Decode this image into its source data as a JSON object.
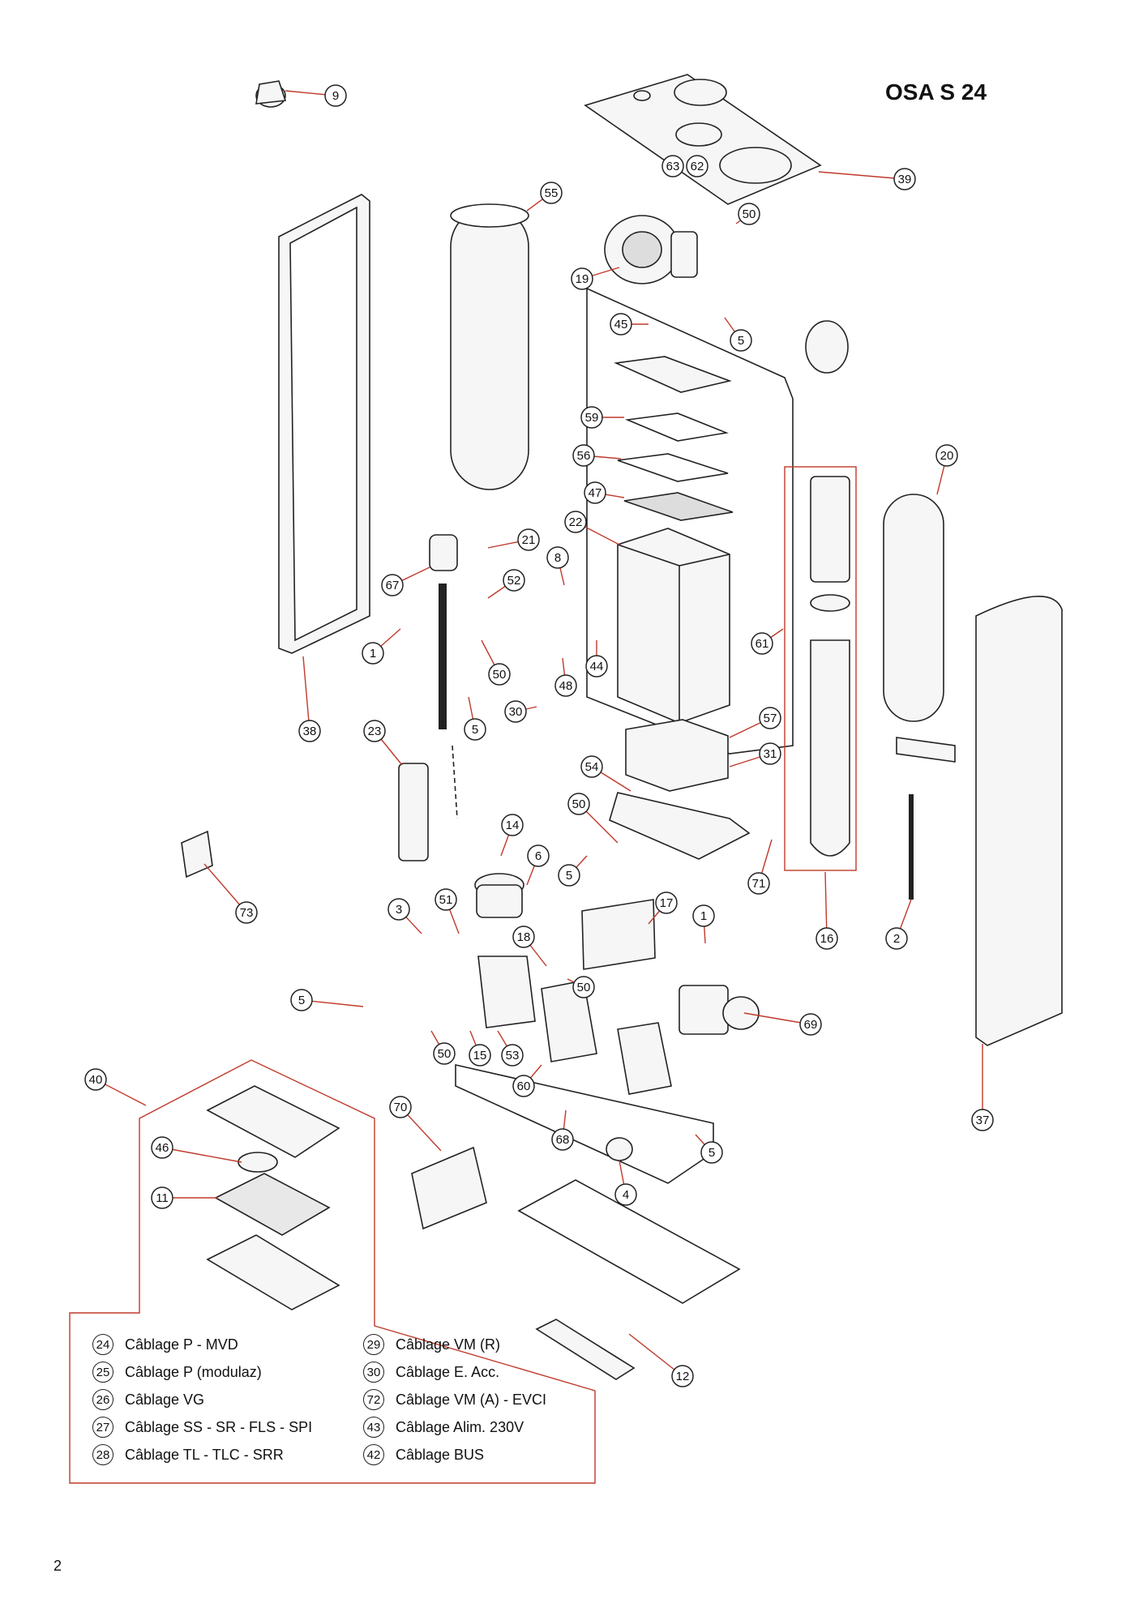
{
  "title": "OSA S 24",
  "page_number": "2",
  "callouts": [
    {
      "id": "c9",
      "label": "9"
    },
    {
      "id": "c39",
      "label": "39"
    },
    {
      "id": "c63",
      "label": "63"
    },
    {
      "id": "c62",
      "label": "62"
    },
    {
      "id": "c55",
      "label": "55"
    },
    {
      "id": "c50a",
      "label": "50"
    },
    {
      "id": "c19",
      "label": "19"
    },
    {
      "id": "c45",
      "label": "45"
    },
    {
      "id": "c5a",
      "label": "5"
    },
    {
      "id": "c59",
      "label": "59"
    },
    {
      "id": "c56",
      "label": "56"
    },
    {
      "id": "c20",
      "label": "20"
    },
    {
      "id": "c47",
      "label": "47"
    },
    {
      "id": "c22",
      "label": "22"
    },
    {
      "id": "c21",
      "label": "21"
    },
    {
      "id": "c8",
      "label": "8"
    },
    {
      "id": "c52",
      "label": "52"
    },
    {
      "id": "c67",
      "label": "67"
    },
    {
      "id": "c61",
      "label": "61"
    },
    {
      "id": "c1a",
      "label": "1"
    },
    {
      "id": "c50b",
      "label": "50"
    },
    {
      "id": "c44",
      "label": "44"
    },
    {
      "id": "c48",
      "label": "48"
    },
    {
      "id": "c30",
      "label": "30"
    },
    {
      "id": "c57",
      "label": "57"
    },
    {
      "id": "c38",
      "label": "38"
    },
    {
      "id": "c23",
      "label": "23"
    },
    {
      "id": "c5b",
      "label": "5"
    },
    {
      "id": "c31",
      "label": "31"
    },
    {
      "id": "c54",
      "label": "54"
    },
    {
      "id": "c50c",
      "label": "50"
    },
    {
      "id": "c14",
      "label": "14"
    },
    {
      "id": "c6",
      "label": "6"
    },
    {
      "id": "c5c",
      "label": "5"
    },
    {
      "id": "c71",
      "label": "71"
    },
    {
      "id": "c73",
      "label": "73"
    },
    {
      "id": "c3",
      "label": "3"
    },
    {
      "id": "c51",
      "label": "51"
    },
    {
      "id": "c17",
      "label": "17"
    },
    {
      "id": "c1b",
      "label": "1"
    },
    {
      "id": "c16",
      "label": "16"
    },
    {
      "id": "c2",
      "label": "2"
    },
    {
      "id": "c18",
      "label": "18"
    },
    {
      "id": "c50d",
      "label": "50"
    },
    {
      "id": "c5d",
      "label": "5"
    },
    {
      "id": "c69",
      "label": "69"
    },
    {
      "id": "c50e",
      "label": "50"
    },
    {
      "id": "c15",
      "label": "15"
    },
    {
      "id": "c53",
      "label": "53"
    },
    {
      "id": "c60",
      "label": "60"
    },
    {
      "id": "c40",
      "label": "40"
    },
    {
      "id": "c70",
      "label": "70"
    },
    {
      "id": "c37",
      "label": "37"
    },
    {
      "id": "c46",
      "label": "46"
    },
    {
      "id": "c68",
      "label": "68"
    },
    {
      "id": "c5e",
      "label": "5"
    },
    {
      "id": "c11",
      "label": "11"
    },
    {
      "id": "c4",
      "label": "4"
    },
    {
      "id": "c12",
      "label": "12"
    }
  ],
  "legend": {
    "left": [
      {
        "num": "24",
        "text": "Câblage P - MVD"
      },
      {
        "num": "25",
        "text": "Câblage P (modulaz)"
      },
      {
        "num": "26",
        "text": "Câblage VG"
      },
      {
        "num": "27",
        "text": "Câblage SS - SR - FLS - SPI"
      },
      {
        "num": "28",
        "text": "Câblage TL - TLC - SRR"
      }
    ],
    "right": [
      {
        "num": "29",
        "text": "Câblage VM (R)"
      },
      {
        "num": "30",
        "text": "Câblage E. Acc."
      },
      {
        "num": "72",
        "text": "Câblage VM (A) - EVCI"
      },
      {
        "num": "43",
        "text": "Câblage Alim. 230V"
      },
      {
        "num": "42",
        "text": "Câblage BUS"
      }
    ]
  },
  "colors": {
    "leader": "#c0392b",
    "line": "#222222",
    "fill": "#f3f3f3"
  }
}
